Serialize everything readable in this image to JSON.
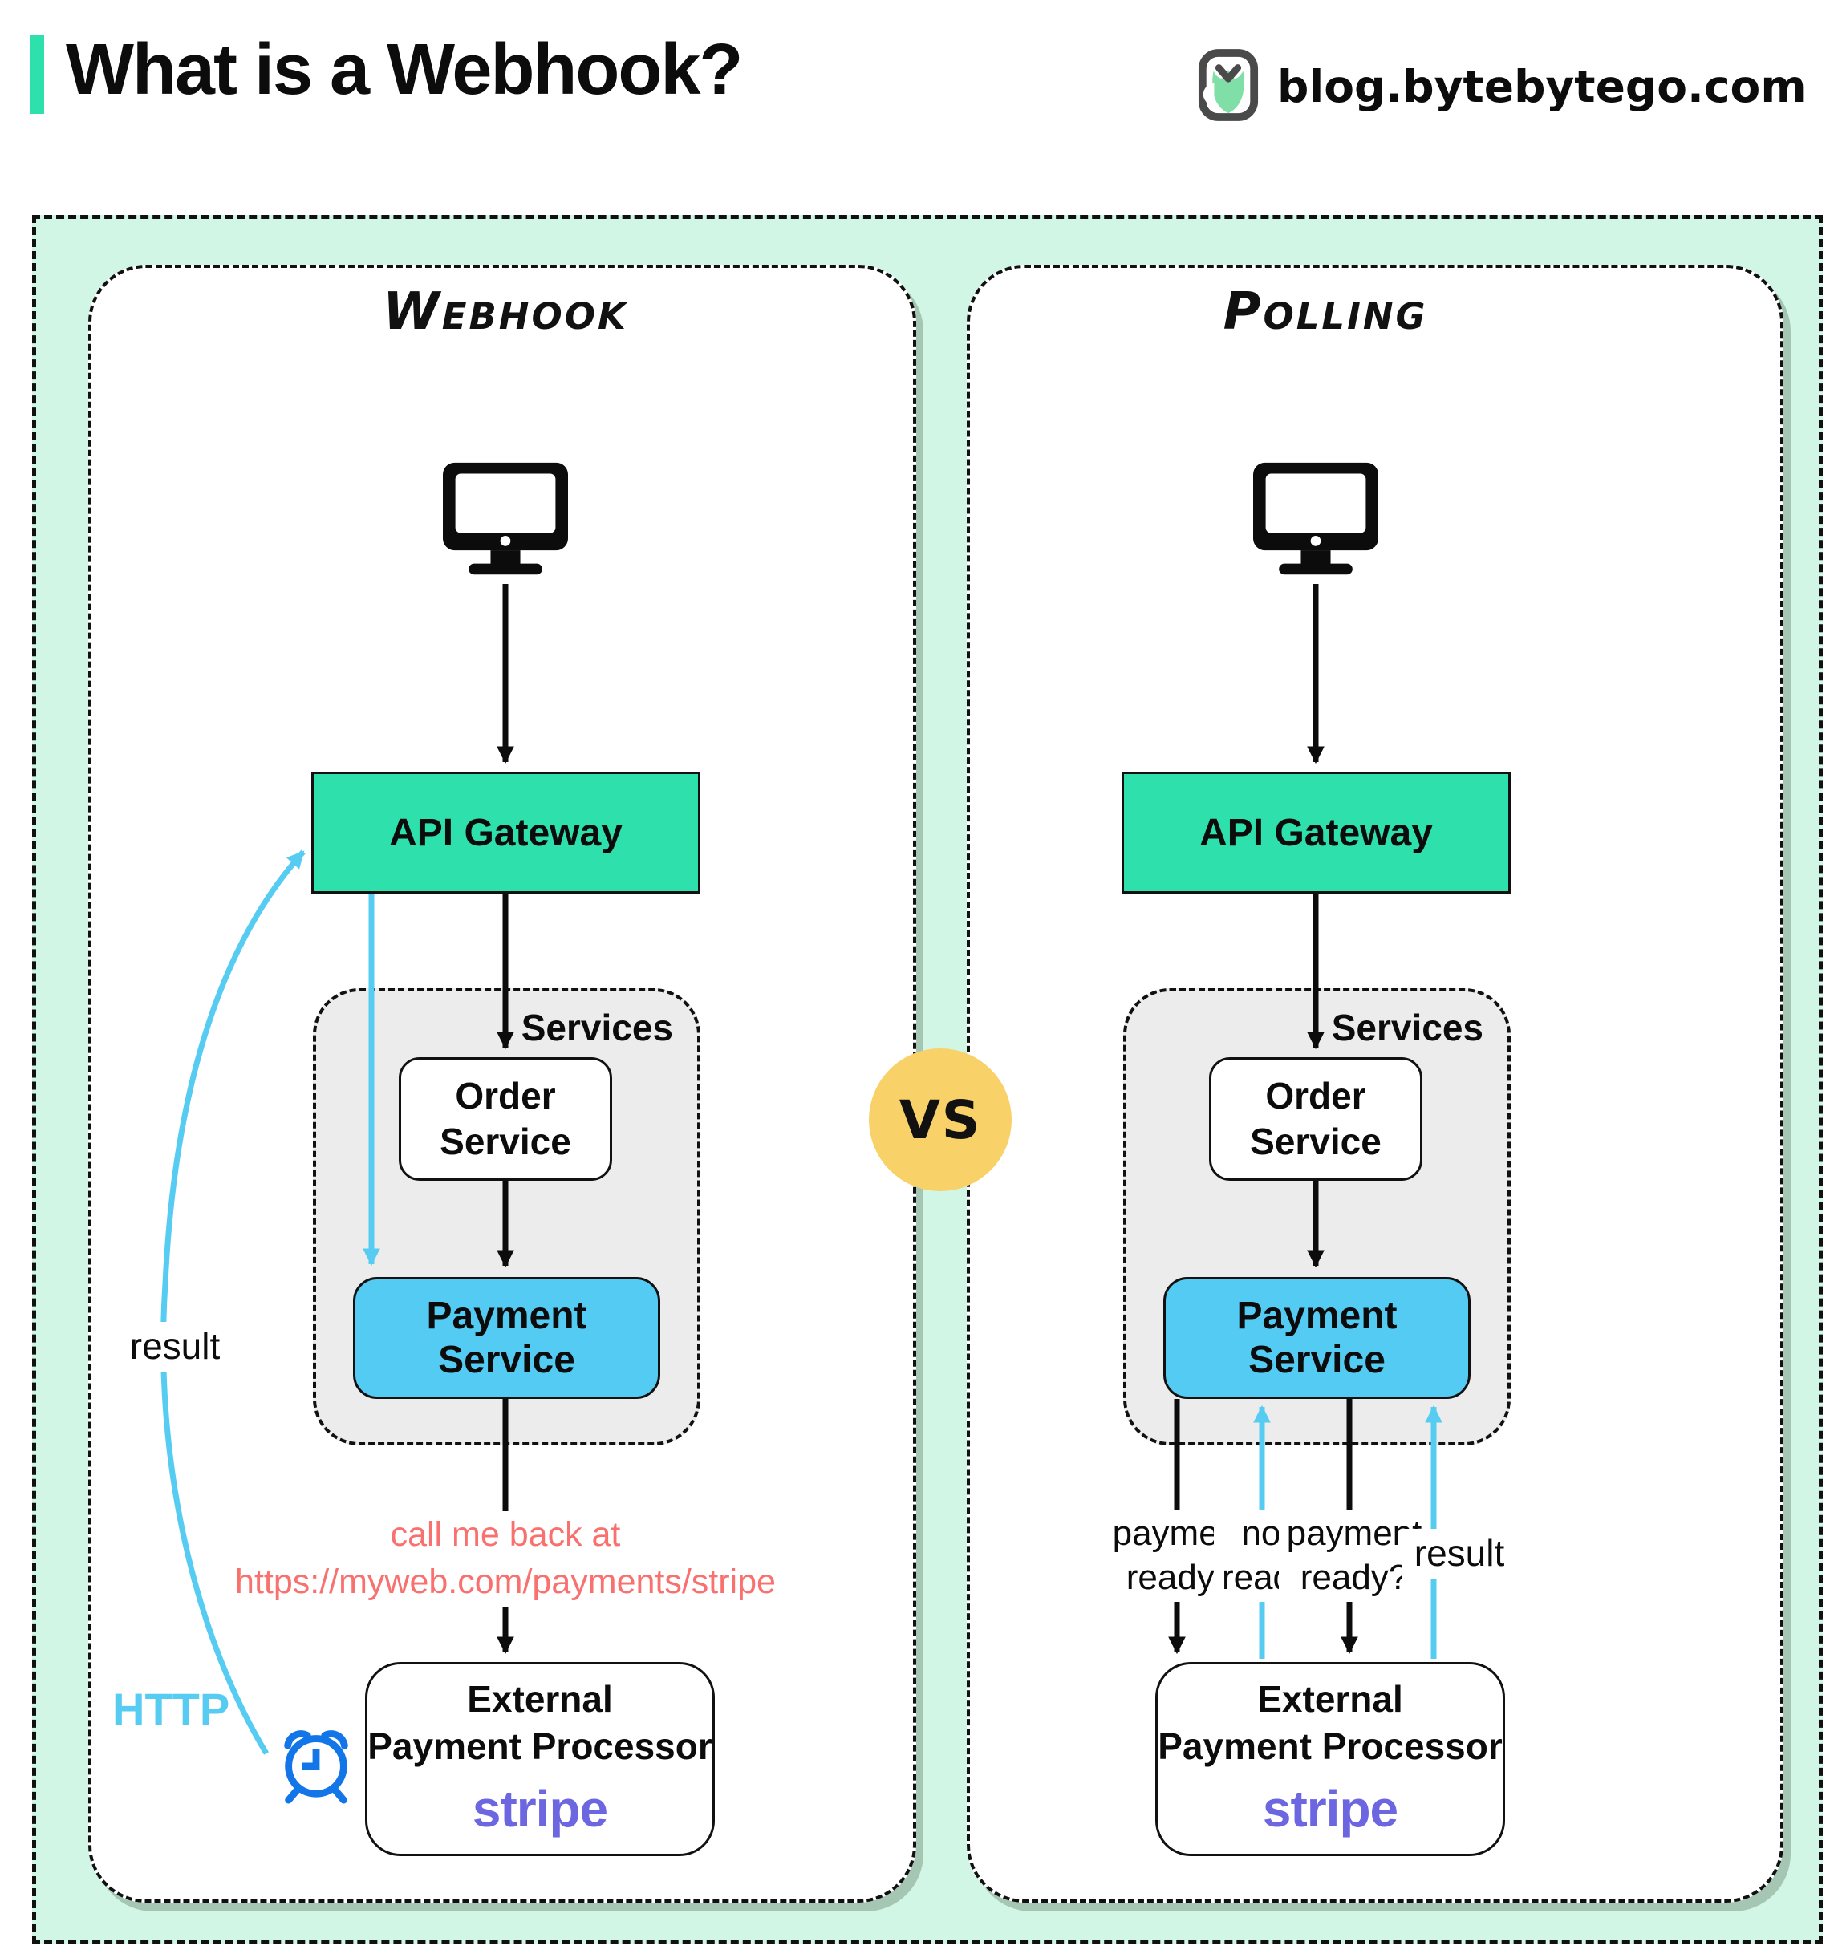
{
  "header": {
    "title": "What is a Webhook?",
    "site": "blog.bytebytego.com"
  },
  "vs_label": "VS",
  "webhook": {
    "title": "Webhook",
    "api_gateway": "API Gateway",
    "services": "Services",
    "order_line1": "Order",
    "order_line2": "Service",
    "payment": "Payment Service",
    "note_line1": "call me back at",
    "note_line2": "https://myweb.com/payments/stripe",
    "result": "result",
    "http": "HTTP",
    "external_line1": "External",
    "external_line2": "Payment Processor",
    "stripe": "stripe"
  },
  "polling": {
    "title": "Polling",
    "api_gateway": "API Gateway",
    "services": "Services",
    "order_line1": "Order",
    "order_line2": "Service",
    "payment": "Payment Service",
    "q1_line1": "payment",
    "q1_line2": "ready?",
    "a1_line1": "not",
    "a1_line2": "ready",
    "q2_line1": "payment",
    "q2_line2": "ready?",
    "result": "result",
    "external_line1": "External",
    "external_line2": "Payment Processor",
    "stripe": "stripe"
  },
  "colors": {
    "accent_teal": "#2ee0ac",
    "mint_background": "#d2f6e5",
    "api_gateway_fill": "#2ee0ac",
    "payment_service_fill": "#53cbf3",
    "services_fill": "#ececec",
    "vs_badge_fill": "#f8d168",
    "callback_note_text": "#f8716f",
    "flow_arrow_blue": "#56ccf2",
    "alarm_clock_blue": "#1276e8",
    "stripe_purple": "#6c66e0"
  }
}
